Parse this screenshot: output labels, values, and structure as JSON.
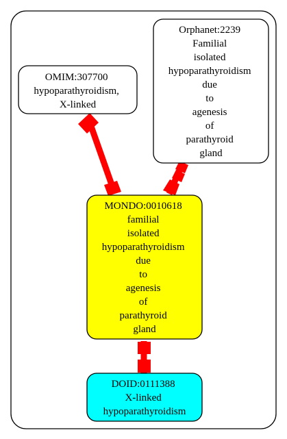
{
  "graph": {
    "nodes": [
      {
        "id": "omim",
        "lines": [
          "OMIM:307700",
          "hypoparathyroidism,",
          "X-linked"
        ],
        "fill": "#ffffff"
      },
      {
        "id": "orphanet",
        "lines": [
          "Orphanet:2239",
          "Familial",
          "isolated",
          "hypoparathyroidism",
          "due",
          "to",
          "agenesis",
          "of",
          "parathyroid",
          "gland"
        ],
        "fill": "#ffffff"
      },
      {
        "id": "mondo",
        "lines": [
          "MONDO:0010618",
          "familial",
          "isolated",
          "hypoparathyroidism",
          "due",
          "to",
          "agenesis",
          "of",
          "parathyroid",
          "gland"
        ],
        "fill": "#ffff00"
      },
      {
        "id": "doid",
        "lines": [
          "DOID:0111388",
          "X-linked",
          "hypoparathyroidism"
        ],
        "fill": "#00ffff"
      }
    ],
    "edges": [
      {
        "from": "omim",
        "to": "mondo",
        "color": "#ff0000"
      },
      {
        "from": "orphanet",
        "to": "mondo",
        "color": "#ff0000"
      },
      {
        "from": "mondo",
        "to": "doid",
        "color": "#ff0000"
      }
    ]
  }
}
